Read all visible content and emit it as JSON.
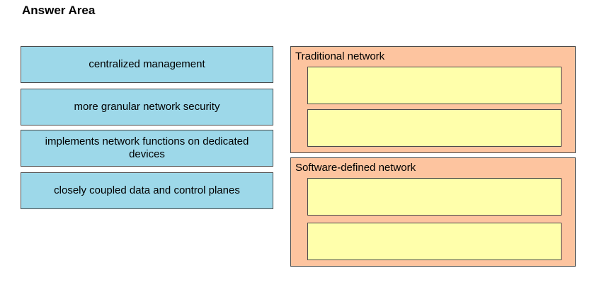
{
  "header": {
    "title": "Answer Area"
  },
  "options": [
    {
      "label": "centralized management"
    },
    {
      "label": "more granular network security"
    },
    {
      "label": "implements network functions on dedicated devices"
    },
    {
      "label": "closely coupled data and control planes"
    }
  ],
  "targets": [
    {
      "label": "Traditional network",
      "slots": 2
    },
    {
      "label": "Software-defined network",
      "slots": 2
    }
  ],
  "colors": {
    "option_fill": "#9dd8e9",
    "target_fill": "#fdc49f",
    "slot_fill": "#ffffab",
    "border": "#4a4a4a"
  }
}
